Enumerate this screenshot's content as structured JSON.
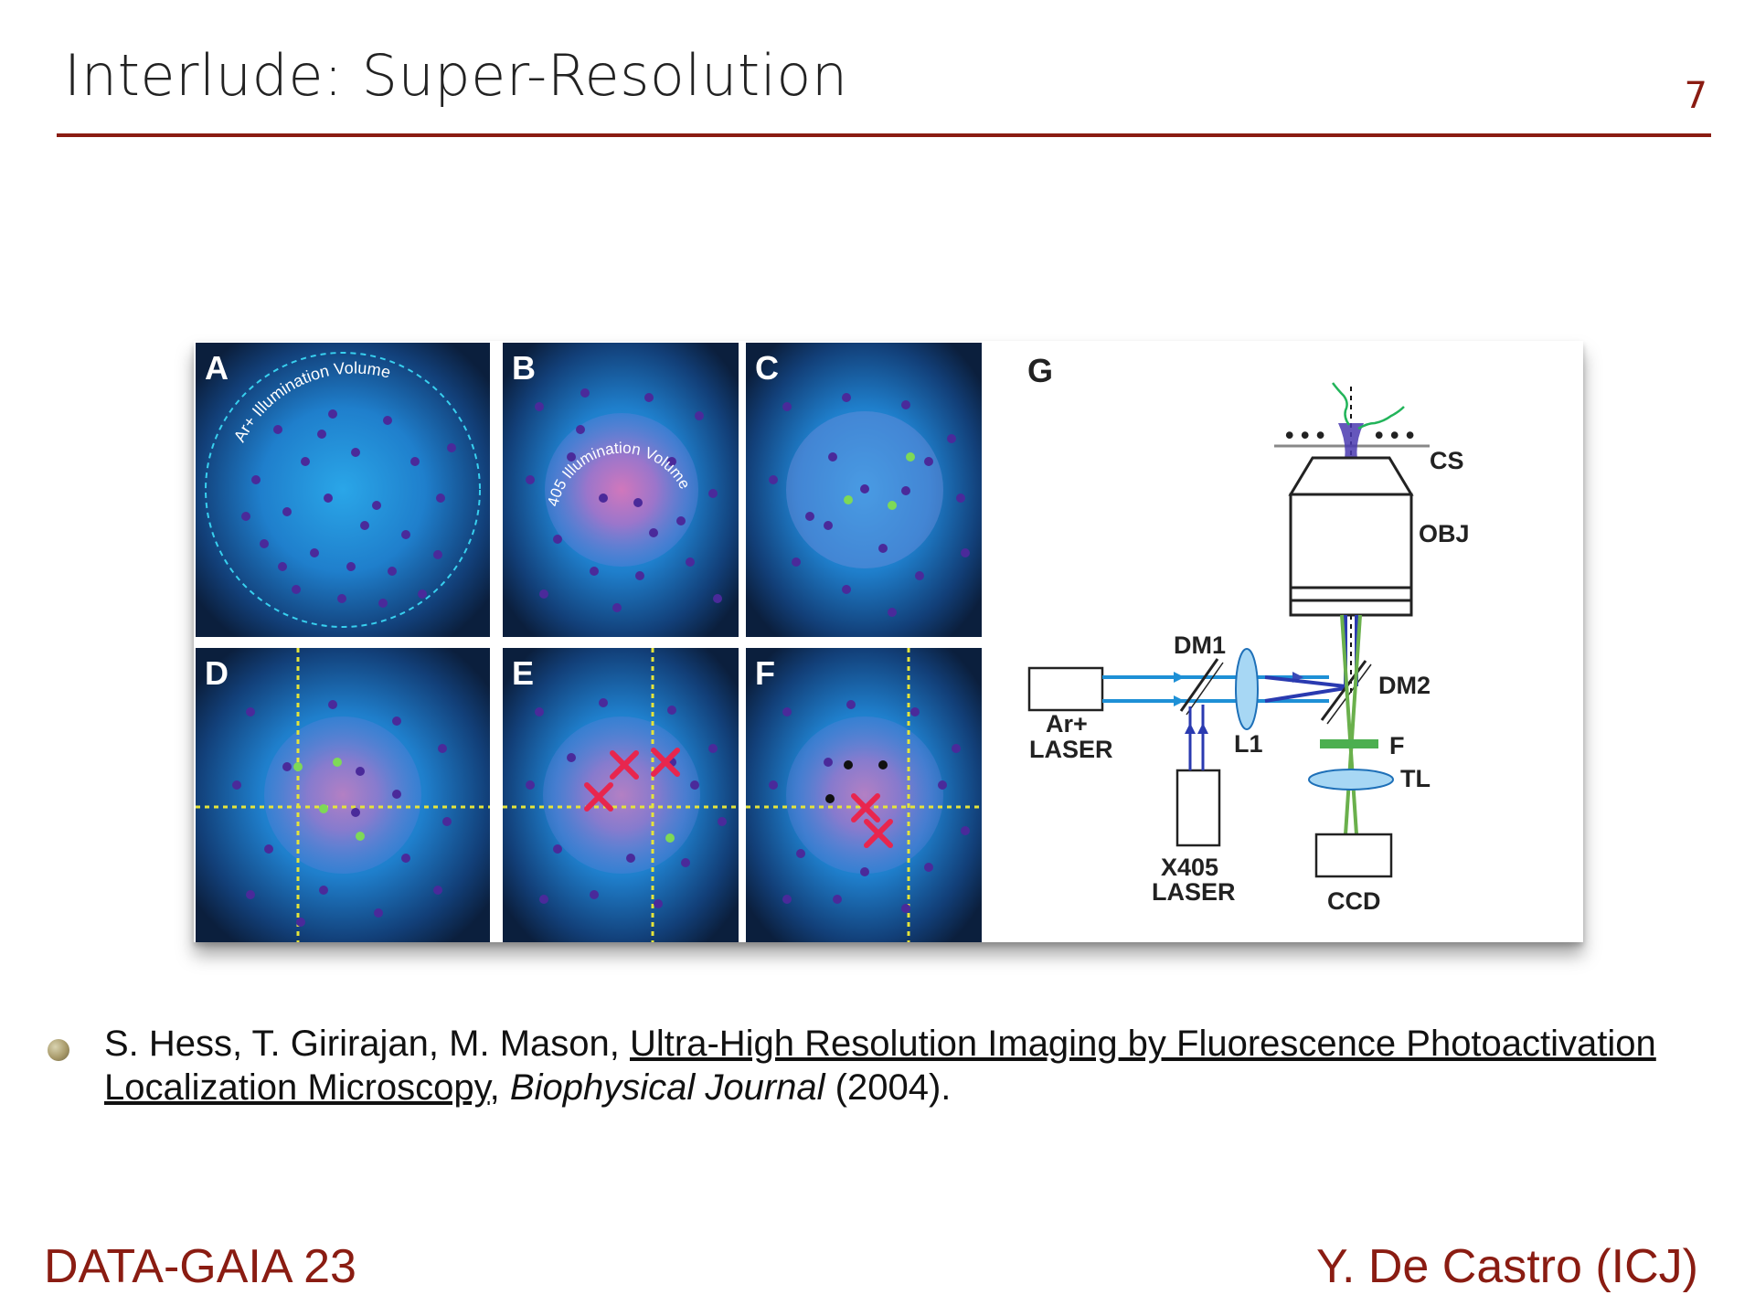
{
  "header": {
    "title": "Interlude: Super-Resolution",
    "page_number": "7"
  },
  "figure": {
    "panels": {
      "a": "A",
      "b": "B",
      "c": "C",
      "d": "D",
      "e": "E",
      "f": "F",
      "g": "G"
    },
    "arc_labels": {
      "ar_volume": "Ar+ Illumination Volume",
      "x405_volume": "405 Illumination Volume"
    },
    "optics_labels": {
      "cs": "CS",
      "obj": "OBJ",
      "dm1": "DM1",
      "dm2": "DM2",
      "l1": "L1",
      "f": "F",
      "tl": "TL",
      "ar_laser_line1": "Ar+",
      "ar_laser_line2": "LASER",
      "x405_line1": "X405",
      "x405_line2": "LASER",
      "ccd": "CCD"
    },
    "colors": {
      "panel_blue": "#1d86d0",
      "molecule": "#4a2a9a",
      "active": "#7ed957",
      "bleached_mark": "#e8264e",
      "crosshair": "#e5e43a"
    }
  },
  "reference": {
    "authors": "S. Hess, T. Girirajan, M. Mason, ",
    "title": "Ultra-High Resolution Imaging by Fluorescence Photoactivation Localization Microscopy",
    "sep": ", ",
    "journal": "Biophysical Journal",
    "year": " (2004)."
  },
  "footer": {
    "left": "DATA-GAIA 23",
    "right": "Y. De Castro (ICJ)"
  }
}
